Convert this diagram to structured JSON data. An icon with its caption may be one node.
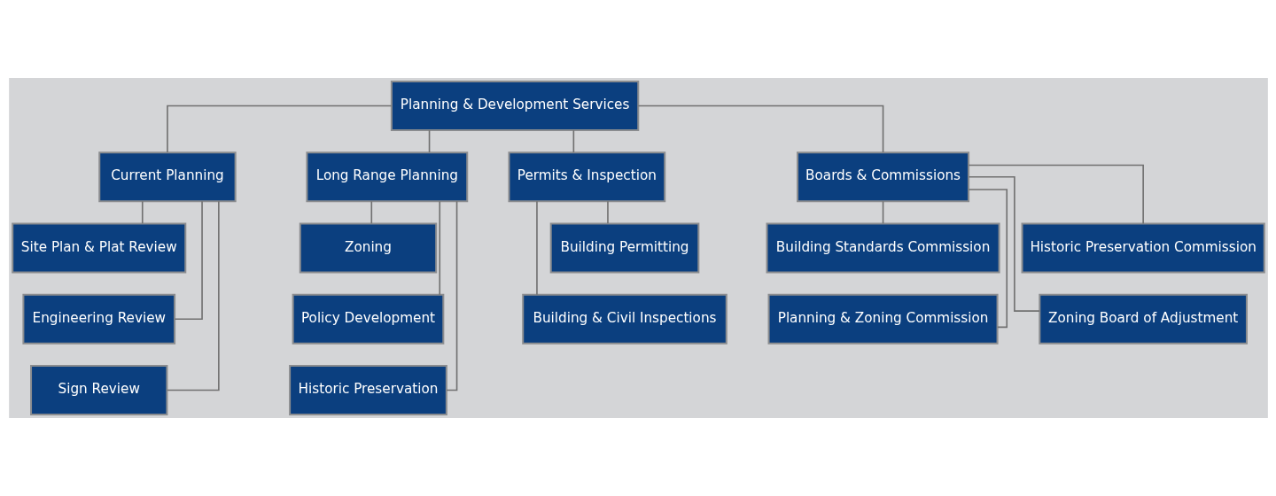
{
  "diagram": {
    "nodes": [
      {
        "text": [
          "Planning & Development Services"
        ]
      },
      {
        "text": [
          "Current Planning"
        ]
      },
      {
        "text": [
          "Long Range Planning"
        ]
      },
      {
        "text": [
          "Permits & Inspection"
        ]
      },
      {
        "text": [
          "Boards & Commissions"
        ]
      },
      {
        "text": [
          "Site Plan & Plat Review"
        ]
      },
      {
        "text": [
          "Engineering Review"
        ]
      },
      {
        "text": [
          "Sign Review"
        ]
      },
      {
        "text": [
          "Zoning"
        ]
      },
      {
        "text": [
          "Policy Development"
        ]
      },
      {
        "text": [
          "Historic Preservation"
        ]
      },
      {
        "text": [
          "Building Permitting"
        ]
      },
      {
        "text": [
          "Building & Civil Inspections"
        ]
      },
      {
        "text": [
          "Building Standards Commission"
        ]
      },
      {
        "text": [
          "Historic Preservation Commission"
        ]
      },
      {
        "text": [
          "Planning & Zoning Commission"
        ]
      },
      {
        "text": [
          "Zoning Board of Adjustment"
        ]
      }
    ],
    "edges": [
      {
        "from": 0,
        "to": 1,
        "arrow": "none"
      },
      {
        "from": 0,
        "to": 2,
        "arrow": "none"
      },
      {
        "from": 0,
        "to": 3,
        "arrow": "none"
      },
      {
        "from": 0,
        "to": 4,
        "arrow": "none"
      },
      {
        "from": 1,
        "to": 5,
        "arrow": "none"
      },
      {
        "from": 1,
        "to": 6,
        "arrow": "none"
      },
      {
        "from": 1,
        "to": 7,
        "arrow": "none"
      },
      {
        "from": 2,
        "to": 8,
        "arrow": "none"
      },
      {
        "from": 2,
        "to": 9,
        "arrow": "none"
      },
      {
        "from": 2,
        "to": 10,
        "arrow": "none"
      },
      {
        "from": 3,
        "to": 11,
        "arrow": "none"
      },
      {
        "from": 3,
        "to": 12,
        "arrow": "none"
      },
      {
        "from": 4,
        "to": 13,
        "arrow": "none"
      },
      {
        "from": 4,
        "to": 14,
        "arrow": "none"
      },
      {
        "from": 4,
        "to": 15,
        "arrow": "none"
      },
      {
        "from": 4,
        "to": 16,
        "arrow": "none"
      }
    ]
  }
}
